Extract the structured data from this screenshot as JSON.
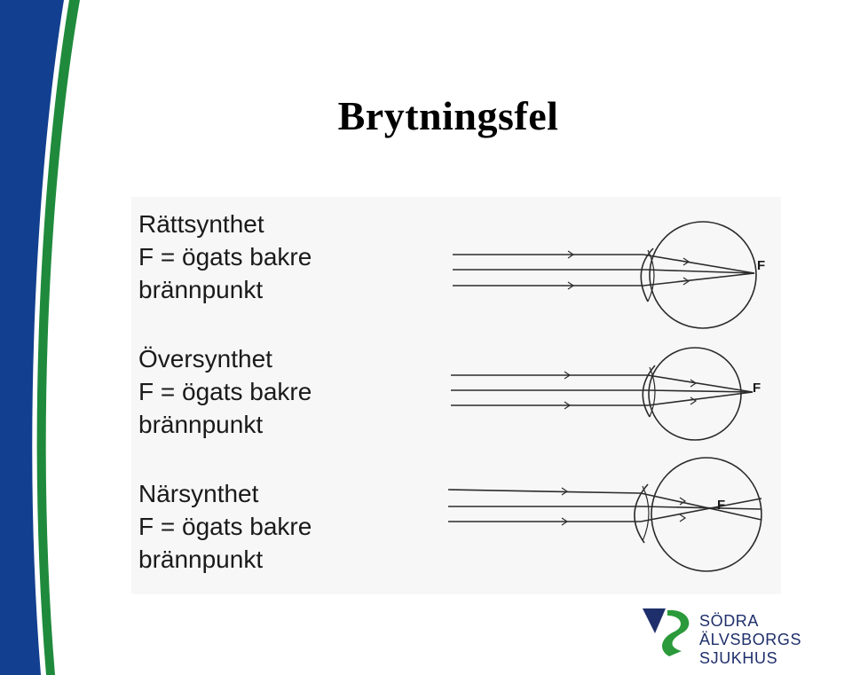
{
  "slide": {
    "title": "Brytningsfel",
    "band_colors": {
      "blue": "#123f8f",
      "green": "#1f8a3c"
    }
  },
  "panels": [
    {
      "line1": "Rättsynthet",
      "line2": "F = ögats bakre",
      "line3": "brännpunkt",
      "focus_label": "F"
    },
    {
      "line1": "Översynthet",
      "line2": "F = ögats bakre",
      "line3": "brännpunkt",
      "focus_label": "F"
    },
    {
      "line1": "Närsynthet",
      "line2": "F = ögats bakre",
      "line3": "brännpunkt",
      "focus_label": "F"
    }
  ],
  "logo": {
    "line1": "SÖDRA ÄLVSBORGS",
    "line2": "SJUKHUS",
    "colors": {
      "navy": "#1f2f6b",
      "green": "#2a9a3a"
    }
  }
}
